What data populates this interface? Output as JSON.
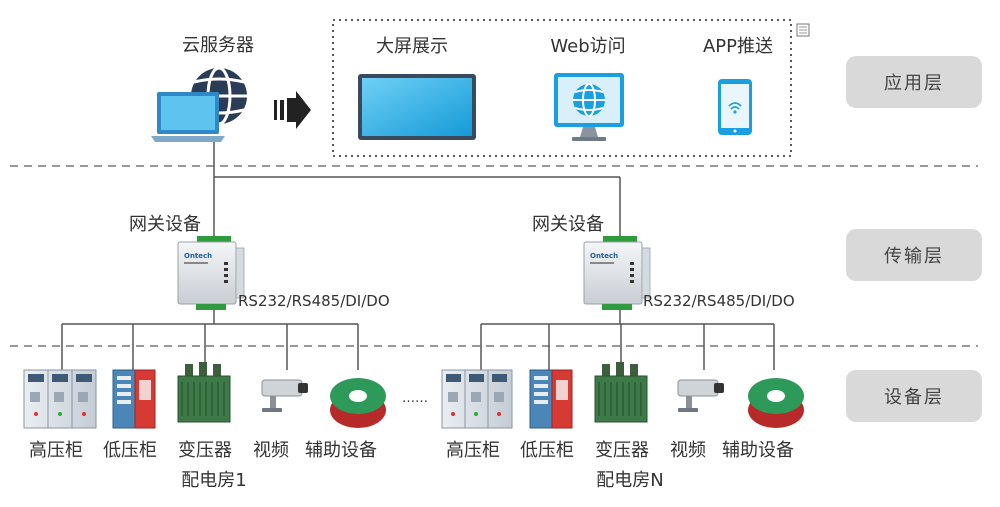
{
  "cloud": {
    "label": "云服务器"
  },
  "apps": {
    "bigscreen": "大屏展示",
    "web": "Web访问",
    "app": "APP推送"
  },
  "layers": {
    "application": "应用层",
    "transport": "传输层",
    "device": "设备层"
  },
  "gateways": [
    {
      "label": "网关设备",
      "ports": "RS232/RS485/DI/DO",
      "brand": "Ontech"
    },
    {
      "label": "网关设备",
      "ports": "RS232/RS485/DI/DO",
      "brand": "Ontech"
    }
  ],
  "rooms": [
    {
      "name": "配电房1",
      "devices": [
        "高压柜",
        "低压柜",
        "变压器",
        "视频",
        "辅助设备"
      ]
    },
    {
      "name": "配电房N",
      "devices": [
        "高压柜",
        "低压柜",
        "变压器",
        "视频",
        "辅助设备"
      ]
    }
  ],
  "ellipsis": "……",
  "colors": {
    "accent": "#1a9fe0",
    "line": "#555555",
    "pill": "#d9d9d9"
  }
}
